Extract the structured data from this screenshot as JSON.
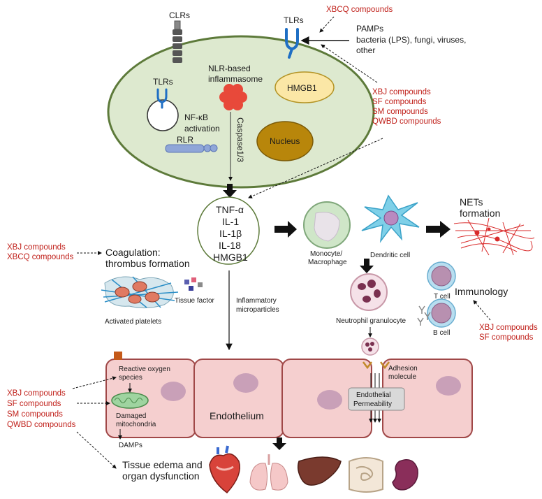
{
  "cell": {
    "clrs": "CLRs",
    "tlrs_surface": "TLRs",
    "tlrs_inner": "TLRs",
    "nlr_line1": "NLR-based",
    "nlr_line2": "inflammasome",
    "hmgb1": "HMGB1",
    "nfkb_line1": "NF-κB",
    "nfkb_line2": "activation",
    "rlr": "RLR",
    "nucleus": "Nucleus",
    "caspase": "Caspase1/3"
  },
  "pamps": {
    "line1": "PAMPs",
    "line2": "bacteria (LPS), fungi, viruses,",
    "line3": "other"
  },
  "compounds": {
    "xbcq_top": "XBCQ compounds",
    "right_group": [
      "XBJ compounds",
      "SF compounds",
      "SM compounds",
      "QWBD compounds"
    ],
    "coag_group": [
      "XBJ compounds",
      "XBCQ compounds"
    ],
    "immuno_group": [
      "XBJ compounds",
      "SF compounds"
    ],
    "endo_group": [
      "XBJ compounds",
      "SF compounds",
      "SM compounds",
      "QWBD compounds"
    ]
  },
  "cytokines": [
    "TNF-α",
    "IL-1",
    "IL-1β",
    "IL-18",
    "HMGB1"
  ],
  "coagulation": {
    "title_line1": "Coagulation:",
    "title_line2": "thrombus formation",
    "platelets": "Activated platelets",
    "tissue_factor": "Tissue factor"
  },
  "microparticles": {
    "line1": "Inflammatory",
    "line2": "microparticles"
  },
  "immune": {
    "monocyte_line1": "Monocyte/",
    "monocyte_line2": "Macrophage",
    "dendritic": "Dendritic cell",
    "nets_line1": "NETs",
    "nets_line2": "formation",
    "neutrophil": "Neutrophil granulocyte",
    "tcell": "T cell",
    "bcell": "B cell",
    "immunology": "Immunology"
  },
  "endothelium": {
    "ros_line1": "Reactive oxygen",
    "ros_line2": "species",
    "mito_line1": "Damaged",
    "mito_line2": "mitochondria",
    "damps": "DAMPs",
    "label": "Endothelium",
    "adhesion_line1": "Adhesion",
    "adhesion_line2": "molecule",
    "perm_line1": "Endothelial",
    "perm_line2": "Permeability"
  },
  "outcome": {
    "line1": "Tissue edema and",
    "line2": "organ dysfunction"
  },
  "colors": {
    "compound_text": "#c0201a",
    "cell_fill": "#dde9cf",
    "cell_border": "#5d7a3a",
    "nucleus": "#b8860b",
    "hmgb1_fill": "#fbe7a6",
    "endothelium_fill": "#f5cfcf",
    "endothelium_border": "#a04848",
    "endothelial_nucleus": "#c9a0b8"
  }
}
